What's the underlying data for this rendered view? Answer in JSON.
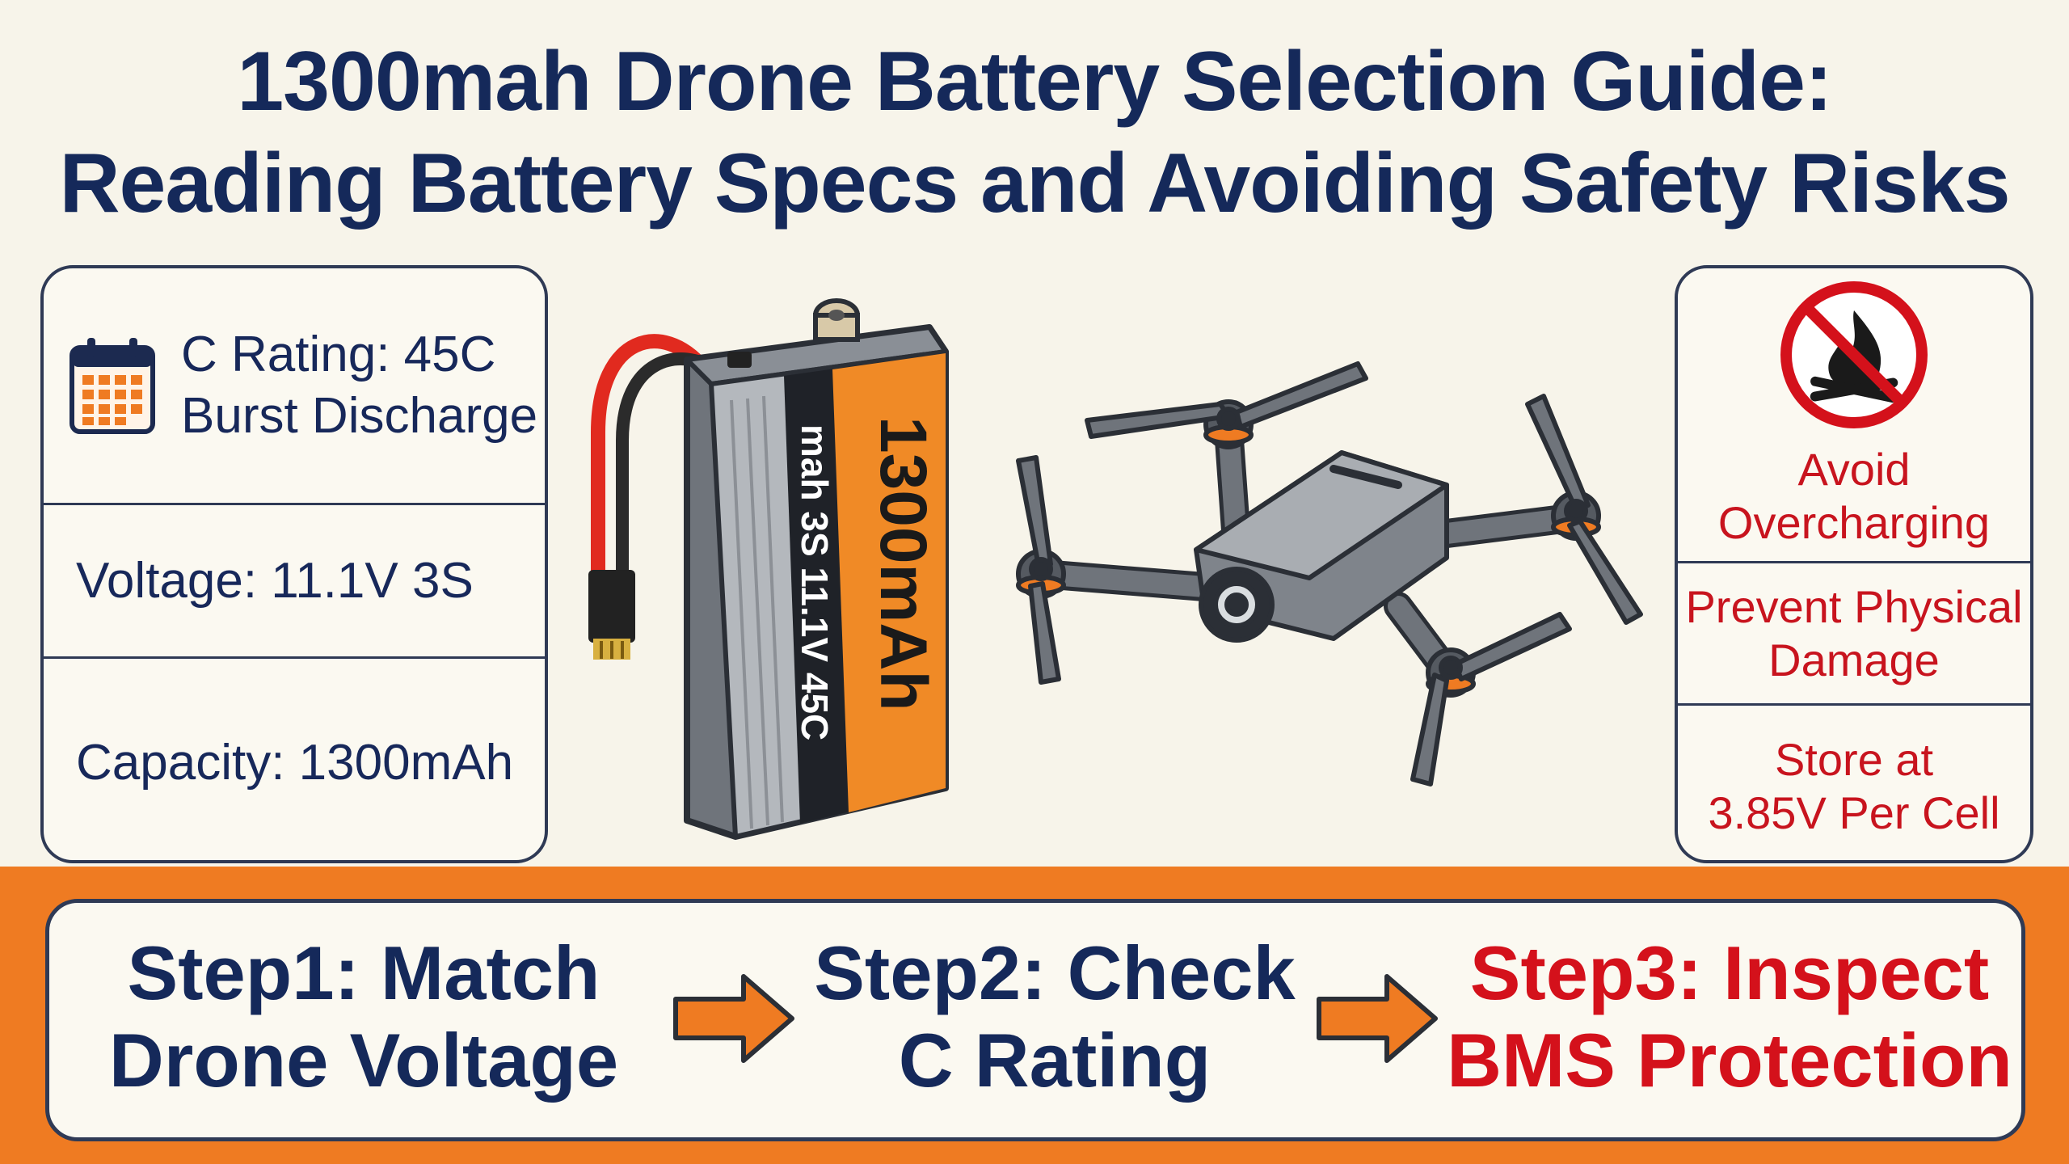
{
  "title": {
    "line1": "1300mah Drone Battery Selection Guide:",
    "line2": "Reading Battery Specs and Avoiding Safety Risks"
  },
  "specs": {
    "c_rating_line1": "C Rating: 45C",
    "c_rating_line2": "Burst Discharge",
    "voltage": "Voltage: 11.1V 3S",
    "capacity": "Capacity: 1300mAh",
    "icon": "calendar-icon"
  },
  "battery_label": {
    "main": "1300mAh",
    "sub": "mah 3S 11.1V 45C"
  },
  "safety": {
    "icon": "no-fire-icon",
    "item1_line1": "Avoid",
    "item1_line2": "Overcharging",
    "item2_line1": "Prevent Physical",
    "item2_line2": "Damage",
    "item3_line1": "Store at",
    "item3_line2": "3.85V Per Cell"
  },
  "steps": [
    {
      "line1": "Step1: Match",
      "line2": "Drone Voltage"
    },
    {
      "line1": "Step2: Check",
      "line2": "C Rating"
    },
    {
      "line1": "Step3: Inspect",
      "line2": "BMS Protection"
    }
  ],
  "colors": {
    "navy": "#15295a",
    "accent_orange": "#ef7b22",
    "warning_red": "#d4111b",
    "background": "#f7f4ea"
  }
}
